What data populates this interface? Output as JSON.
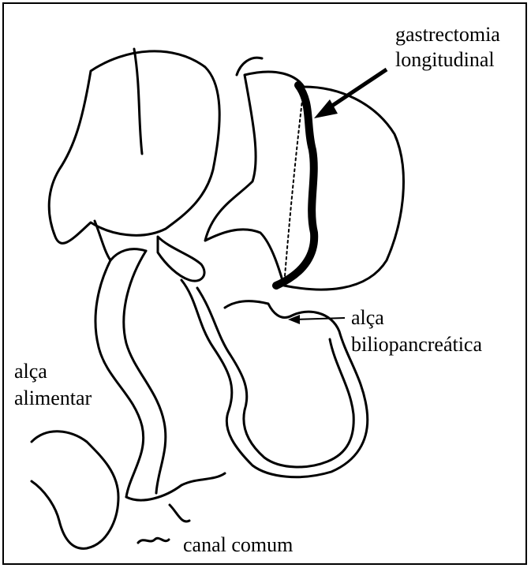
{
  "labels": {
    "gastrectomy_line1": "gastrectomia",
    "gastrectomy_line2": "longitudinal",
    "biliopancreatic_line1": "alça",
    "biliopancreatic_line2": "biliopancreática",
    "alimentary_line1": "alça",
    "alimentary_line2": "alimentar",
    "common_channel": "canal comum"
  },
  "colors": {
    "ink": "#000000",
    "background": "#ffffff"
  }
}
